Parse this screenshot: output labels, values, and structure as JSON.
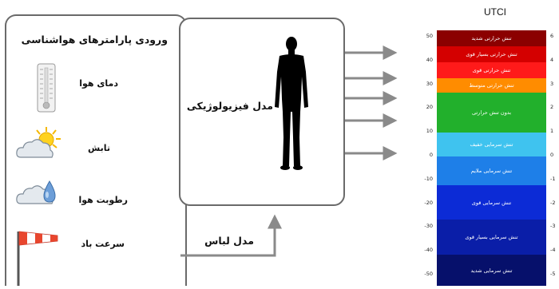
{
  "input_panel": {
    "title": "ورودی پارامترهای هواشناسی",
    "items": [
      {
        "label": "دمای هوا",
        "icon": "thermometer-icon"
      },
      {
        "label": "تابش",
        "icon": "sun-cloud-icon"
      },
      {
        "label": "رطوبت هوا",
        "icon": "cloud-drop-icon"
      },
      {
        "label": "سرعت باد",
        "icon": "windsock-icon"
      }
    ]
  },
  "model_panel": {
    "physiological_label": "مدل فیزیولوژیکی",
    "figure_icon": "human-silhouette-icon"
  },
  "clothing_label": "مدل لباس",
  "utci": {
    "title": "UTCI",
    "ticks_left": [
      "50",
      "40",
      "30",
      "20",
      "10",
      "0",
      "-10",
      "-20",
      "-30",
      "-40",
      "-50"
    ],
    "ticks_right": [
      "6",
      "4",
      "3",
      "2",
      "1",
      "0",
      "-1",
      "-2",
      "-3",
      "-4",
      "-5"
    ],
    "bands": [
      {
        "label": "تنش حرارتی شدید",
        "color": "#8b0000"
      },
      {
        "label": "تنش حرارتی بسیار قوی",
        "color": "#d40000"
      },
      {
        "label": "تنش حرارتی قوی",
        "color": "#ff1a1a"
      },
      {
        "label": "تنش حرارتی متوسط",
        "color": "#ff8c00"
      },
      {
        "label": "بدون تنش حرارتی",
        "color": "#22b02c"
      },
      {
        "label": "تنش سرمایی خفیف",
        "color": "#3fc3ef"
      },
      {
        "label": "تنش سرمایی ملایم",
        "color": "#1e7fe8"
      },
      {
        "label": "تنش سرمایی قوی",
        "color": "#0c2bd6"
      },
      {
        "label": "تنش سرمایی بسیار قوی",
        "color": "#0a1ea8"
      },
      {
        "label": "تنش سرمایی شدید",
        "color": "#06106b"
      }
    ]
  }
}
